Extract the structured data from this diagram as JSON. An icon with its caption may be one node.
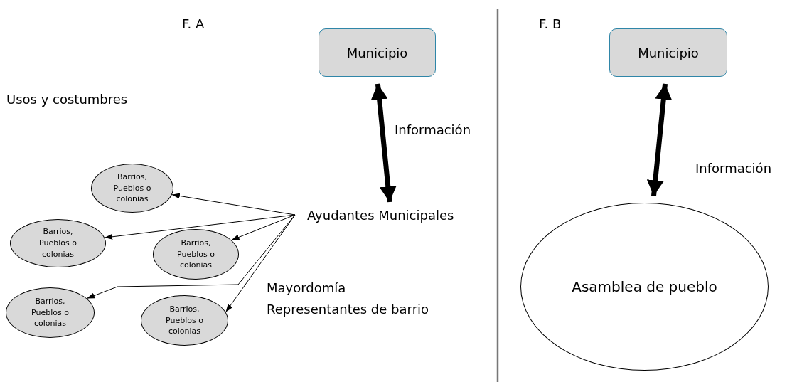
{
  "diagram": {
    "nodes": [
      {
        "text": [
          "Municipio"
        ]
      },
      {
        "text": [
          "Ayudantes Municipales"
        ]
      },
      {
        "text": [
          "Barrios, Pueblos o colonias"
        ]
      },
      {
        "text": [
          "Barrios, Pueblos o colonias"
        ]
      },
      {
        "text": [
          "Barrios, Pueblos o colonias"
        ]
      },
      {
        "text": [
          "Barrios, Pueblos o colonias"
        ]
      },
      {
        "text": [
          "Barrios, Pueblos o colonias"
        ]
      },
      {
        "text": [
          "Municipio"
        ]
      },
      {
        "text": [
          "Asamblea de pueblo"
        ]
      }
    ],
    "edges": [
      {
        "from": 0,
        "to": 1,
        "arrow": "both",
        "label": "Información",
        "style": "thick"
      },
      {
        "from": 1,
        "to": 2,
        "arrow": "to"
      },
      {
        "from": 1,
        "to": 3,
        "arrow": "to"
      },
      {
        "from": 1,
        "to": 4,
        "arrow": "to"
      },
      {
        "from": 1,
        "to": 5,
        "arrow": "to"
      },
      {
        "from": 1,
        "to": 6,
        "arrow": "to"
      },
      {
        "from": 7,
        "to": 8,
        "arrow": "both",
        "label": "Información",
        "style": "thick"
      }
    ],
    "labels": [
      "F. A",
      "F. B",
      "Usos y costumbres",
      "Mayordomía",
      "Representantes de barrio"
    ]
  }
}
